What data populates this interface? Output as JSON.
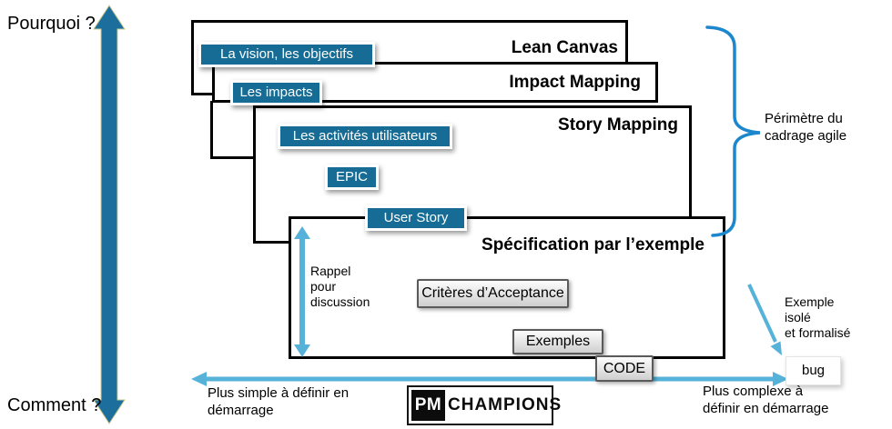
{
  "axis": {
    "top_label": "Pourquoi ?",
    "bottom_label": "Comment ?"
  },
  "layers": [
    {
      "title": "Lean Canvas",
      "tag": "La vision, les objectifs"
    },
    {
      "title": "Impact Mapping",
      "tag": "Les impacts"
    },
    {
      "title": "Story Mapping",
      "tag": "Les activités utilisateurs",
      "tag2": "EPIC"
    },
    {
      "title": "Spécification par l’exemple",
      "tag": "User Story"
    }
  ],
  "spec": {
    "note": {
      "l1": "Rappel",
      "l2": "pour",
      "l3": "discussion"
    },
    "acceptance_button": "Critères d’Acceptance",
    "examples_button": "Exemples",
    "code_button": "CODE"
  },
  "brace_note": {
    "l1": "Périmètre du",
    "l2": "cadrage agile"
  },
  "example_note": {
    "l1": "Exemple",
    "l2": "isolé",
    "l3": "et formalisé"
  },
  "bug": "bug",
  "bottom": {
    "left_note": {
      "l1": "Plus simple à définir en",
      "l2": "démarrage"
    },
    "right_note": {
      "l1": "Plus complexe à",
      "l2": "définir en démarrage"
    }
  },
  "logo": {
    "pm": "PM",
    "name": "CHAMPIONS"
  },
  "colors": {
    "tag_blue": "#166c94",
    "dark_arrow_blue": "#1c6f9d",
    "light_blue": "#56b2d8",
    "brace_blue": "#1d87cd",
    "box_border": "#000000"
  }
}
